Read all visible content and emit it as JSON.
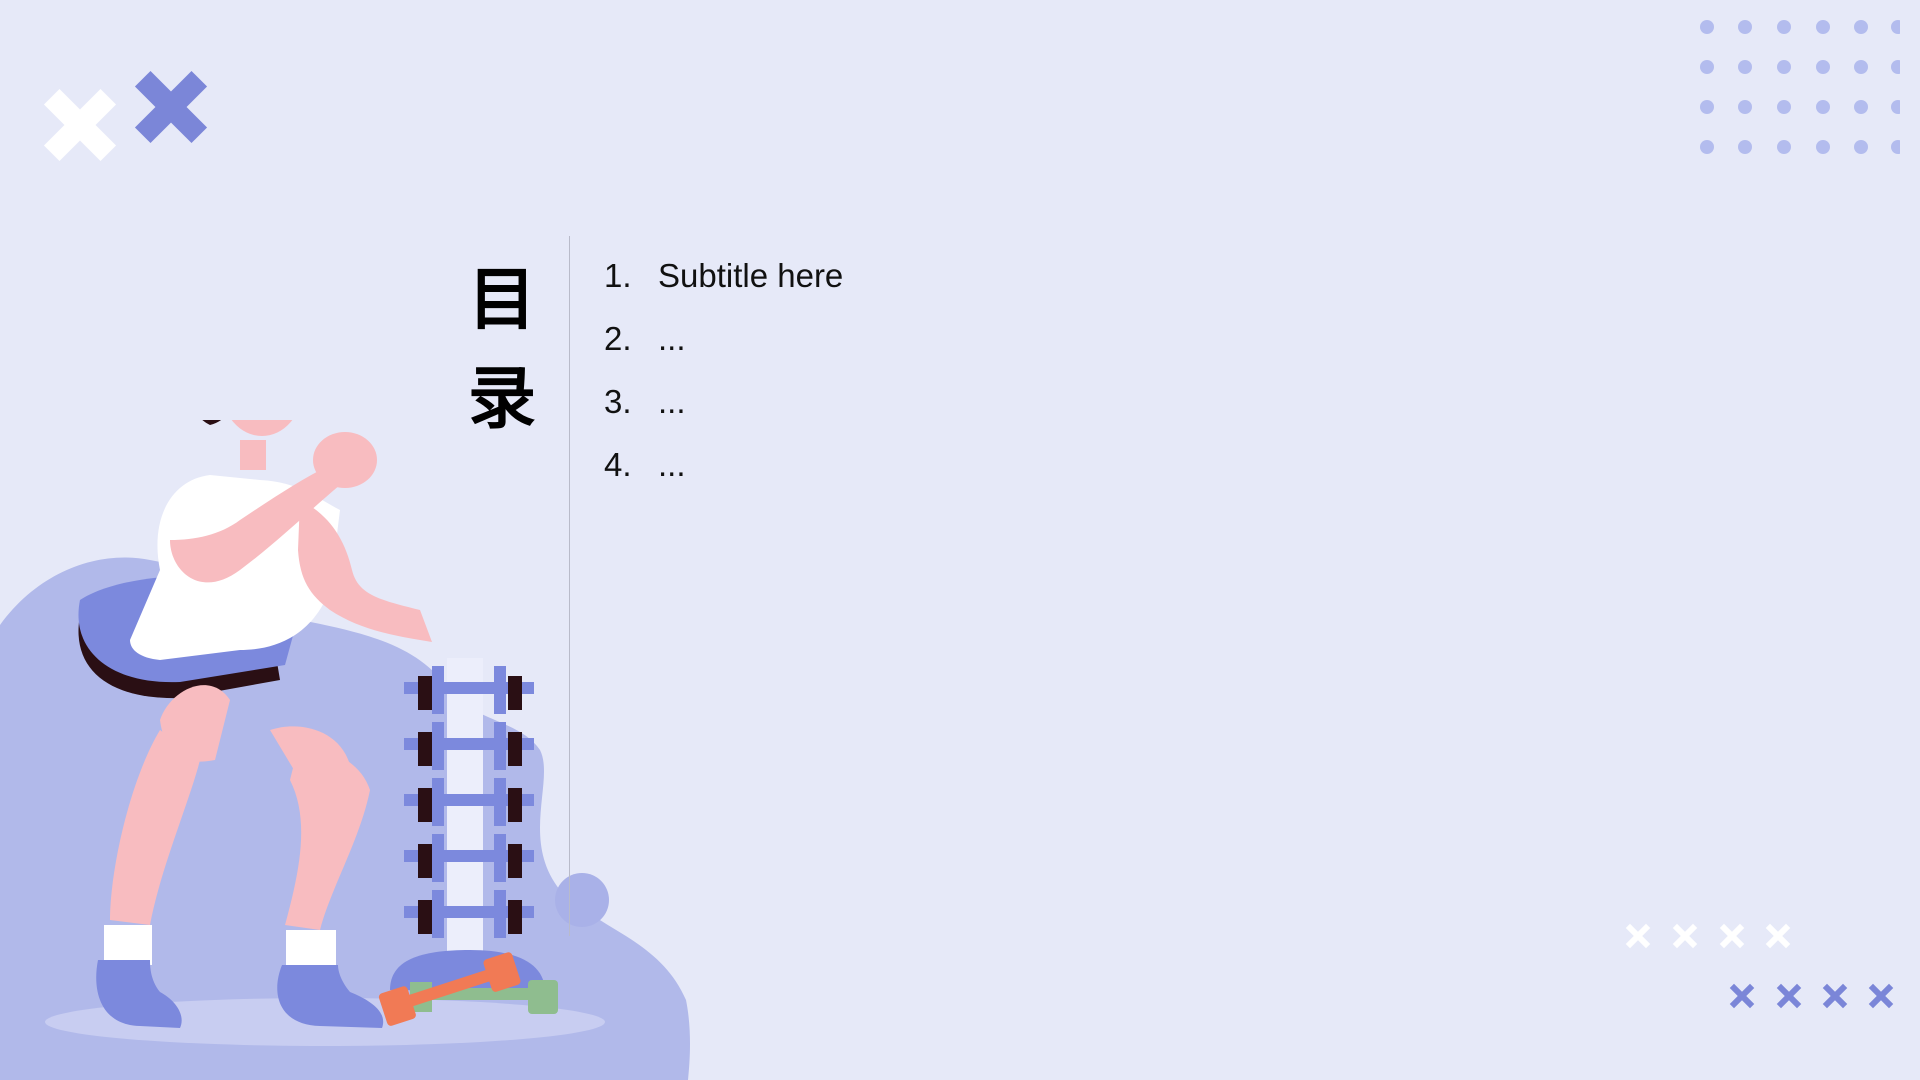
{
  "slide": {
    "title": "目录",
    "items": [
      {
        "number": "1.",
        "text": "Subtitle here"
      },
      {
        "number": "2.",
        "text": "..."
      },
      {
        "number": "3.",
        "text": "..."
      },
      {
        "number": "4.",
        "text": "..."
      }
    ]
  },
  "colors": {
    "background": "#e6e9f8",
    "accent_purple": "#7b86d8",
    "blob": "#b1b9ea",
    "dots": "#b3bcee",
    "skin": "#f8bcc0",
    "shorts": "#7c89dd",
    "hair": "#2a0f14",
    "orange": "#f17a55",
    "green": "#8fbd8f"
  },
  "icons": [
    "cross-icon",
    "dot-grid"
  ]
}
